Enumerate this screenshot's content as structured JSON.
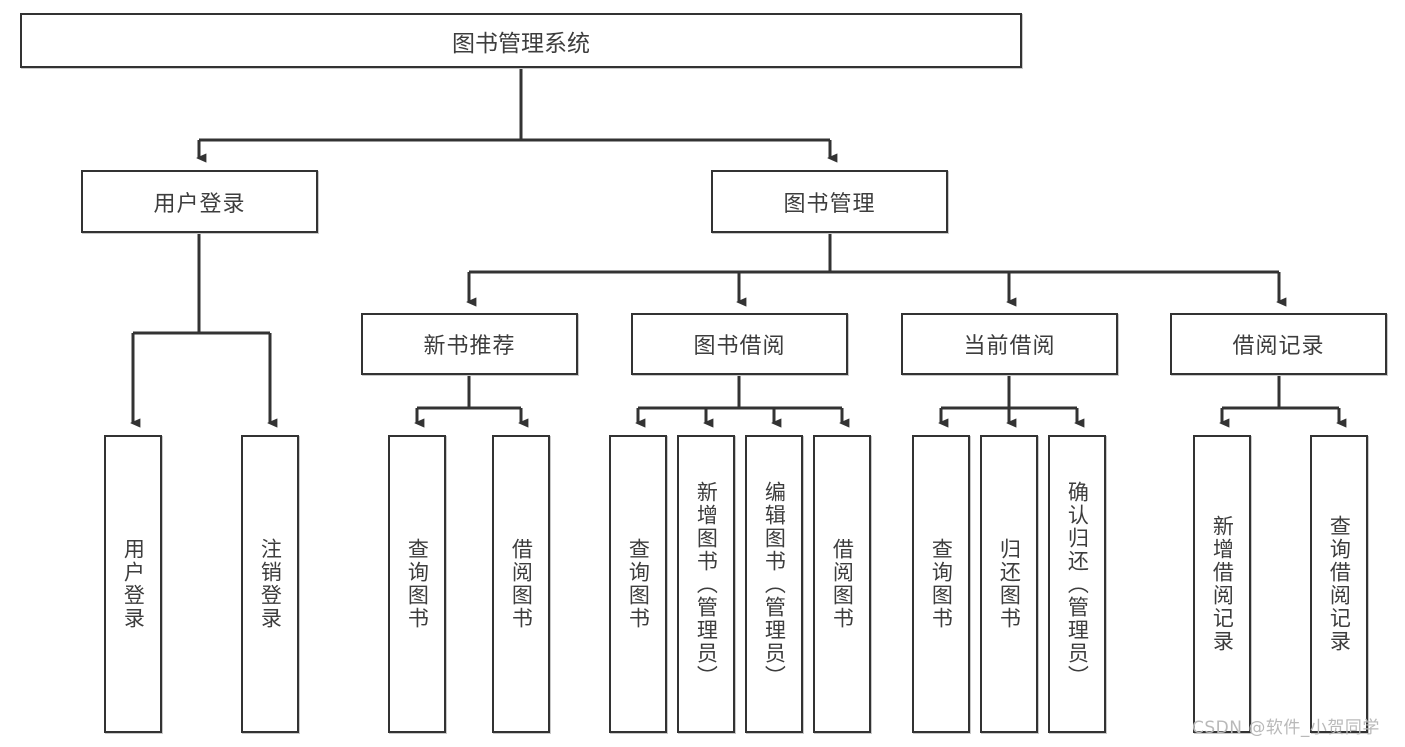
{
  "diagram": {
    "type": "tree-hierarchy-chart",
    "title": "图书管理系统",
    "colors": {
      "box_border": "#333333",
      "box_fill": "#ffffff",
      "line": "#333333",
      "text": "#3d3d3d",
      "watermark": "#b9b9b9",
      "background": "#ffffff"
    },
    "root": {
      "label": "图书管理系统"
    },
    "level2": [
      {
        "label": "用户登录"
      },
      {
        "label": "图书管理"
      }
    ],
    "level3": [
      {
        "label": "新书推荐"
      },
      {
        "label": "图书借阅"
      },
      {
        "label": "当前借阅"
      },
      {
        "label": "借阅记录"
      }
    ],
    "leaves": {
      "user_login": [
        {
          "label": "用户登录"
        },
        {
          "label": "注销登录"
        }
      ],
      "new_book_recommend": [
        {
          "label": "查询图书"
        },
        {
          "label": "借阅图书"
        }
      ],
      "book_borrow": [
        {
          "label": "查询图书"
        },
        {
          "label": "新增图书（管理员）"
        },
        {
          "label": "编辑图书（管理员）"
        },
        {
          "label": "借阅图书"
        }
      ],
      "current_borrow": [
        {
          "label": "查询图书"
        },
        {
          "label": "归还图书"
        },
        {
          "label": "确认归还（管理员）"
        }
      ],
      "borrow_record": [
        {
          "label": "新增借阅记录"
        },
        {
          "label": "查询借阅记录"
        }
      ]
    }
  },
  "watermark": {
    "text": "CSDN @软件_小贺同学"
  }
}
